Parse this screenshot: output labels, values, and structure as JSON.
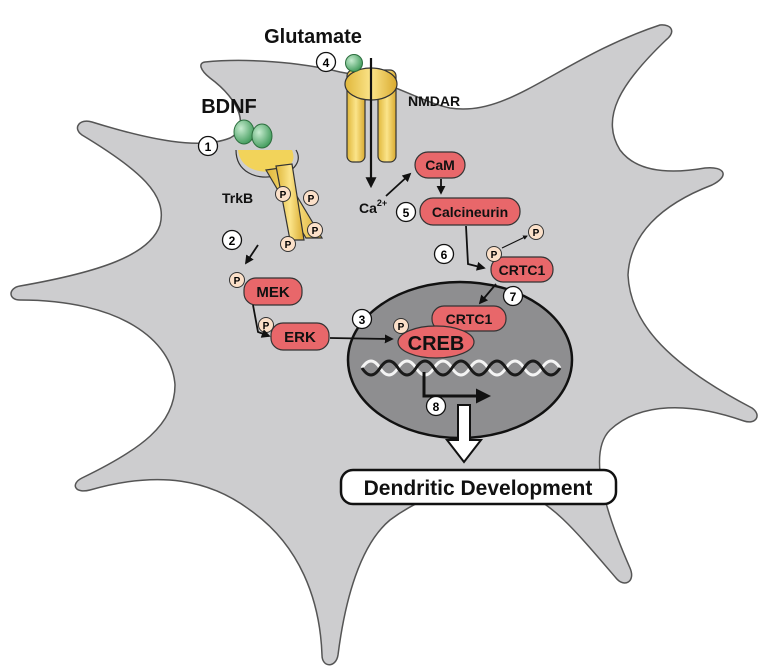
{
  "labels": {
    "glutamate": "Glutamate",
    "bdnf": "BDNF",
    "nmdar": "NMDAR",
    "trkb": "TrkB",
    "ca_base": "Ca",
    "ca_sup": "2+",
    "phospho": "P"
  },
  "steps": [
    "1",
    "2",
    "3",
    "4",
    "5",
    "6",
    "7",
    "8"
  ],
  "proteins": {
    "cam": "CaM",
    "calcineurin": "Calcineurin",
    "mek": "MEK",
    "erk": "ERK",
    "crtc1_cytoplasm": "CRTC1",
    "crtc1_nucleus": "CRTC1",
    "creb": "CREB"
  },
  "outcome": "Dendritic Development",
  "colors": {
    "cell": "#cdcdcf",
    "nucleus": "#8e8e90",
    "protein": "#e8676a",
    "receptor": "#f2d35a",
    "ligand": "#7cc08a"
  }
}
